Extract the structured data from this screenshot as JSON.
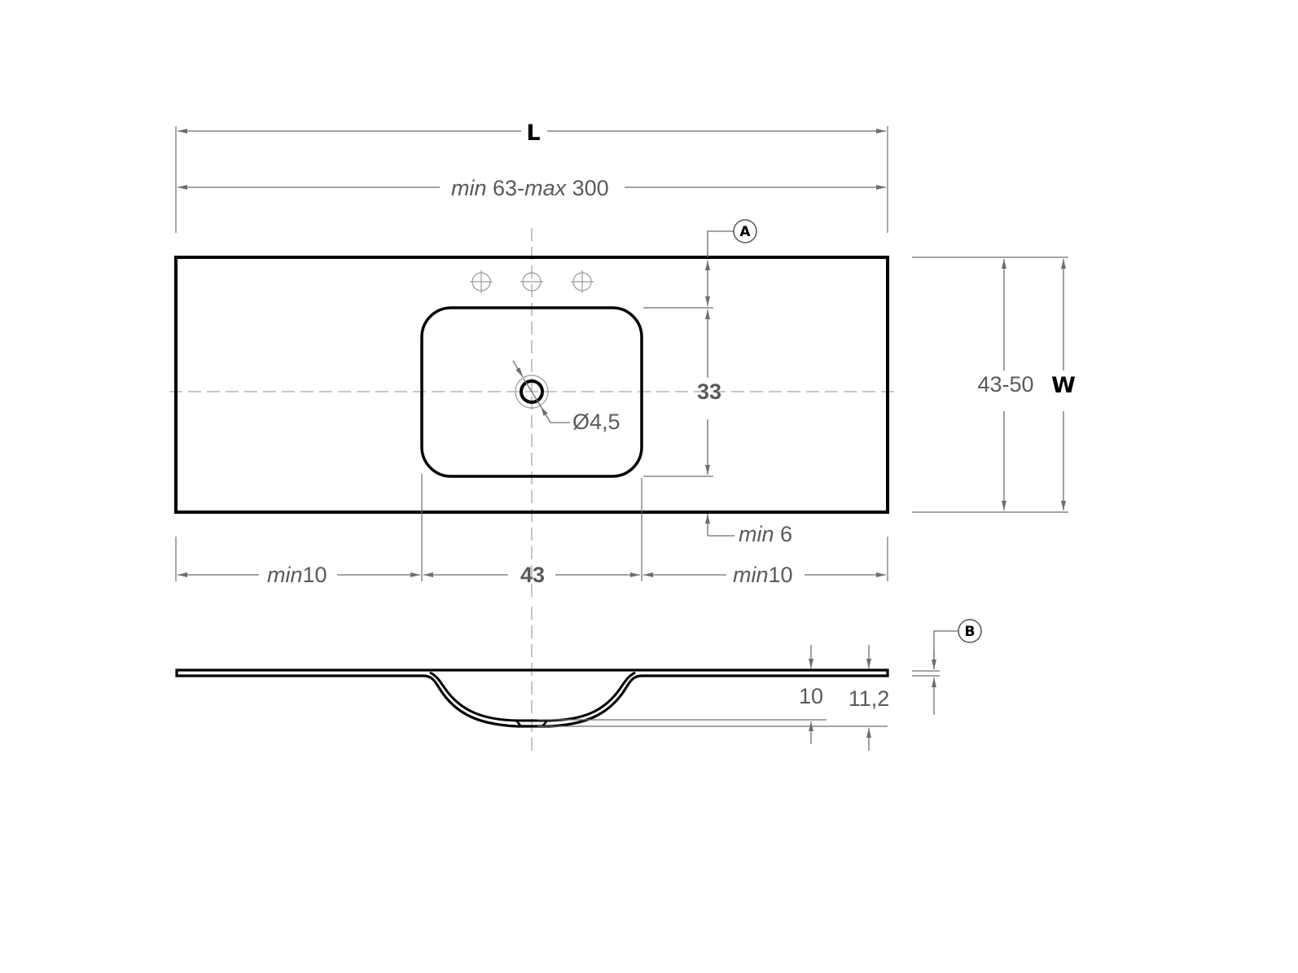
{
  "drawing": {
    "type": "technical-dimension-drawing",
    "subject": "countertop washbasin with integrated bowl (plan view + section)",
    "colors": {
      "outline": "#000000",
      "dimension_line": "#6e6e6e",
      "center_line": "#a8a8a8",
      "text": "#5a5a5a",
      "background": "#ffffff"
    }
  },
  "plan_view": {
    "length_symbol": "L",
    "length_range": {
      "min_prefix": "min",
      "min_value": "63",
      "separator": "-",
      "max_prefix": "max",
      "max_value": "300"
    },
    "width_symbol": "W",
    "width_range": "43-50",
    "basin_depth_to_center": "33",
    "drain_diameter": "Ø4,5",
    "basin_width": "43",
    "left_margin": {
      "prefix": "min",
      "value": "10"
    },
    "right_margin": {
      "prefix": "min",
      "value": "10"
    },
    "front_margin": {
      "prefix": "min",
      "value": "6"
    },
    "callout_a": "A",
    "tap_holes": [
      "tap-hole-left",
      "tap-hole-center",
      "tap-hole-right"
    ]
  },
  "section_view": {
    "thickness_a": "10",
    "thickness_b": "11,2",
    "callout_b": "B"
  }
}
